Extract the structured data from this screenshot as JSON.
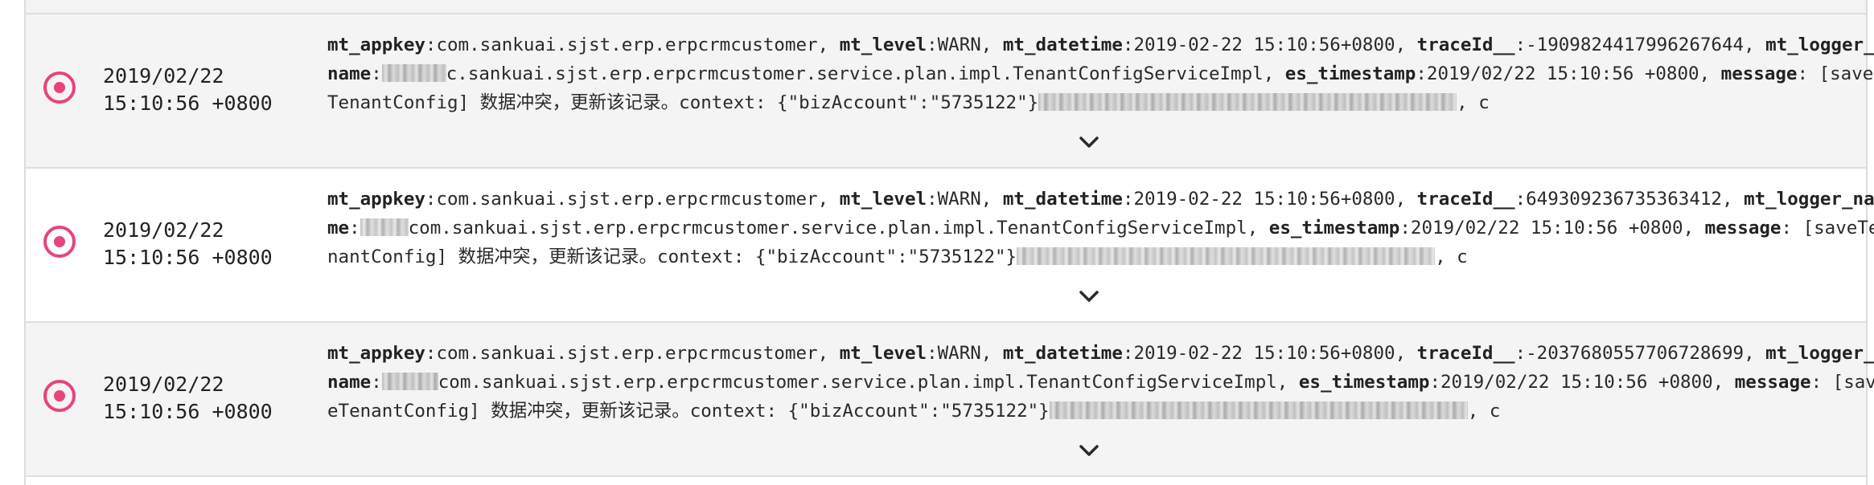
{
  "logs": [
    {
      "date": "2019/02/22",
      "time": "15:10:56 +0800",
      "appkey_key": "mt_appkey",
      "appkey": "com.sankuai.sjst.erp.erpcrmcustomer",
      "level_key": "mt_level",
      "level": "WARN",
      "datetime_key": "mt_datetime",
      "datetime": "2019-02-22 15:10:56+0800",
      "trace_key": "traceId__",
      "trace": "-1909824417996267644",
      "logger_key": "mt_logger_name",
      "logger": "c.sankuai.sjst.erp.erpcrmcustomer.service.plan.impl.TenantConfigServiceImpl",
      "es_key": "es_timestamp",
      "es": "2019/02/22 15:10:56 +0800",
      "message_key": "message",
      "message": "[saveTenantConfig] 数据冲突，更新该记录。context: {\"bizAccount\":\"5735122\"}",
      "tail": "c"
    },
    {
      "date": "2019/02/22",
      "time": "15:10:56 +0800",
      "appkey_key": "mt_appkey",
      "appkey": "com.sankuai.sjst.erp.erpcrmcustomer",
      "level_key": "mt_level",
      "level": "WARN",
      "datetime_key": "mt_datetime",
      "datetime": "2019-02-22 15:10:56+0800",
      "trace_key": "traceId__",
      "trace": "649309236735363412",
      "logger_key": "mt_logger_name",
      "logger": "com.sankuai.sjst.erp.erpcrmcustomer.service.plan.impl.TenantConfigServiceImpl",
      "es_key": "es_timestamp",
      "es": "2019/02/22 15:10:56 +0800",
      "message_key": "message",
      "message": "[saveTenantConfig] 数据冲突，更新该记录。context: {\"bizAccount\":\"5735122\"}",
      "tail": "c"
    },
    {
      "date": "2019/02/22",
      "time": "15:10:56 +0800",
      "appkey_key": "mt_appkey",
      "appkey": "com.sankuai.sjst.erp.erpcrmcustomer",
      "level_key": "mt_level",
      "level": "WARN",
      "datetime_key": "mt_datetime",
      "datetime": "2019-02-22 15:10:56+0800",
      "trace_key": "traceId__",
      "trace": "-2037680557706728699",
      "logger_key": "mt_logger_name",
      "logger": "com.sankuai.sjst.erp.erpcrmcustomer.service.plan.impl.TenantConfigServiceImpl",
      "es_key": "es_timestamp",
      "es": "2019/02/22 15:10:56 +0800",
      "message_key": "message",
      "message": "[saveTenantConfig] 数据冲突，更新该记录。context: {\"bizAccount\":\"5735122\"}",
      "tail": "c"
    }
  ],
  "icons": {
    "select": "radio-selected-icon",
    "expand": "chevron-down-icon"
  },
  "colors": {
    "accent": "#e8447a",
    "row_background": "#f4f4f4",
    "selected_row_background": "#ffffff",
    "border": "#dedede",
    "text": "#2a2a2a"
  }
}
